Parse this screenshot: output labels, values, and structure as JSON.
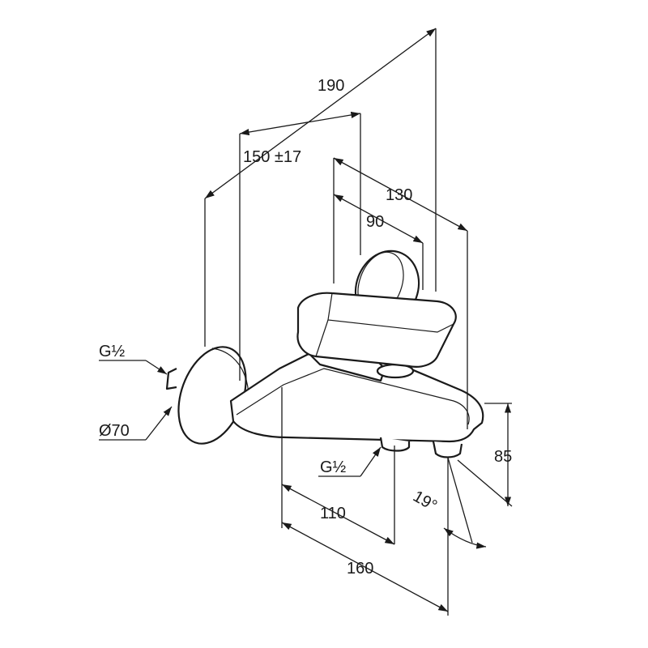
{
  "dimensions": {
    "overall_depth": "190",
    "wall_offset": "150 ±17",
    "lever_depth": "130",
    "spout_depth": "90",
    "height": "85",
    "spout_angle": "19°",
    "outlet_offset": "110",
    "spout_length": "160",
    "inlet_thread": "G½",
    "rosette_diameter": "Ø70",
    "outlet_thread": "G½"
  }
}
